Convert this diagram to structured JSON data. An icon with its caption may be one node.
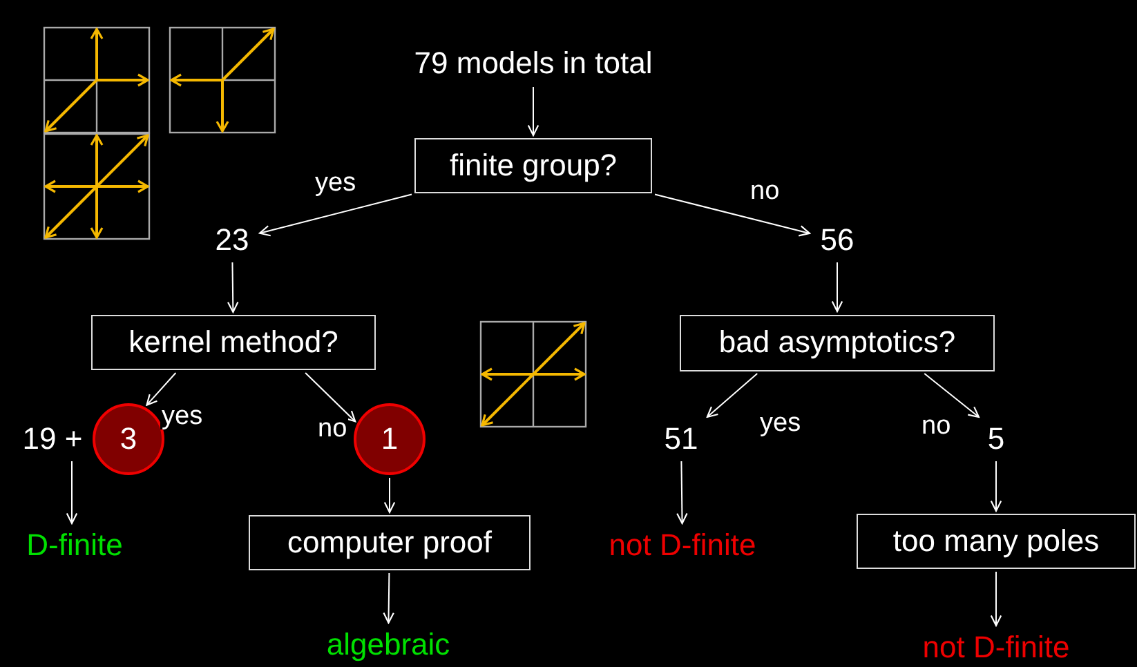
{
  "diagram": {
    "nodes": [
      {
        "text": [
          "79 models in total"
        ]
      },
      {
        "text": [
          "finite group?"
        ]
      },
      {
        "text": [
          "23"
        ]
      },
      {
        "text": [
          "56"
        ]
      },
      {
        "text": [
          "kernel method?"
        ]
      },
      {
        "text": [
          "bad asymptotics?"
        ]
      },
      {
        "text": [
          "19 +"
        ]
      },
      {
        "text": [
          "3"
        ]
      },
      {
        "text": [
          "1"
        ]
      },
      {
        "text": [
          "51"
        ]
      },
      {
        "text": [
          "5"
        ]
      },
      {
        "text": [
          "D-finite"
        ]
      },
      {
        "text": [
          "computer proof"
        ]
      },
      {
        "text": [
          "not D-finite"
        ]
      },
      {
        "text": [
          "too many poles"
        ]
      },
      {
        "text": [
          "algebraic"
        ]
      },
      {
        "text": [
          "not D-finite"
        ]
      }
    ],
    "edges": [
      {
        "from": 0,
        "to": 1,
        "arrow": "to"
      },
      {
        "from": 1,
        "to": 2,
        "label": "yes",
        "arrow": "to"
      },
      {
        "from": 1,
        "to": 3,
        "label": "no",
        "arrow": "to"
      },
      {
        "from": 2,
        "to": 4,
        "arrow": "to"
      },
      {
        "from": 3,
        "to": 5,
        "arrow": "to"
      },
      {
        "from": 4,
        "to": 7,
        "label": "yes",
        "arrow": "to"
      },
      {
        "from": 4,
        "to": 8,
        "label": "no",
        "arrow": "to"
      },
      {
        "from": 5,
        "to": 9,
        "label": "yes",
        "arrow": "to"
      },
      {
        "from": 5,
        "to": 10,
        "label": "no",
        "arrow": "to"
      },
      {
        "from": 6,
        "to": 11,
        "arrow": "to"
      },
      {
        "from": 8,
        "to": 12,
        "arrow": "to"
      },
      {
        "from": 9,
        "to": 13,
        "arrow": "to"
      },
      {
        "from": 10,
        "to": 14,
        "arrow": "to"
      },
      {
        "from": 12,
        "to": 15,
        "arrow": "to"
      },
      {
        "from": 14,
        "to": 16,
        "arrow": "to"
      }
    ]
  }
}
